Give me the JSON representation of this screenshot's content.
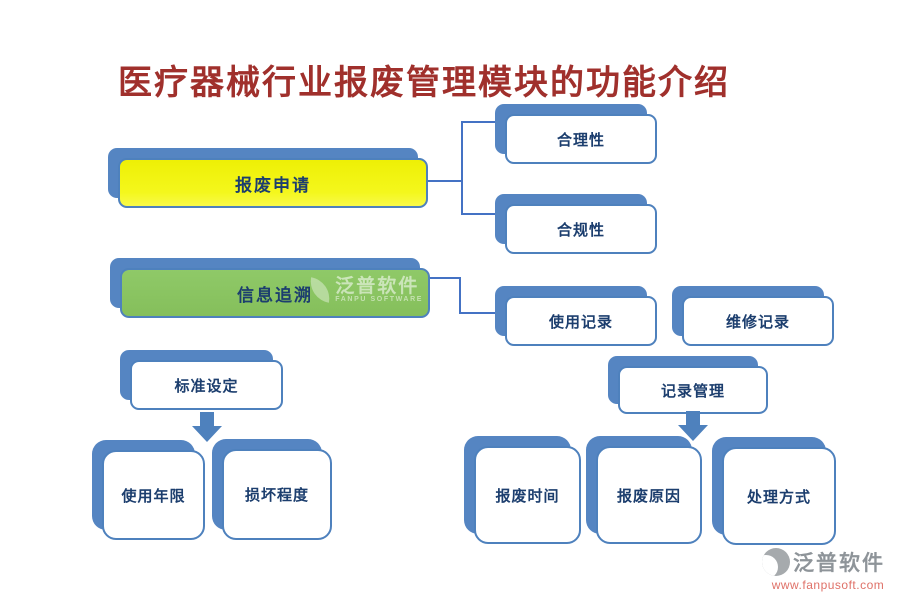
{
  "title": "医疗器械行业报废管理模块的功能介绍",
  "colors": {
    "title_red": "#A0302C",
    "shadow_steel_blue": "#5585C2",
    "border_blue": "#4E81BD",
    "connector_blue": "#4472C4",
    "node_text_navy": "#1C3E6E",
    "highlight_yellow": "#F0F20B",
    "highlight_green": "#8CC563",
    "watermark_gray": "#8E9499",
    "watermark_url_red": "#DF7168"
  },
  "nodes": {
    "scrap_request": {
      "label": "报废申请"
    },
    "rationality": {
      "label": "合理性"
    },
    "compliance": {
      "label": "合规性"
    },
    "info_trace": {
      "label": "信息追溯"
    },
    "usage_record": {
      "label": "使用记录"
    },
    "maintenance_record": {
      "label": "维修记录"
    },
    "standard_setting": {
      "label": "标准设定"
    },
    "service_life": {
      "label": "使用年限"
    },
    "damage_degree": {
      "label": "损坏程度"
    },
    "record_management": {
      "label": "记录管理"
    },
    "scrap_time": {
      "label": "报废时间"
    },
    "scrap_reason": {
      "label": "报废原因"
    },
    "handling_method": {
      "label": "处理方式"
    }
  },
  "inline_watermark": {
    "brand": "泛普软件",
    "subtitle": "FANPU SOFTWARE"
  },
  "footer_watermark": {
    "brand": "泛普软件",
    "url": "www.fanpusoft.com"
  }
}
